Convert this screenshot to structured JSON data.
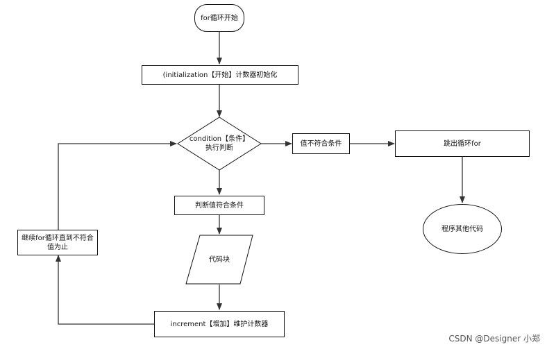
{
  "nodes": {
    "start": "for循环开始",
    "init": "(initialization【开始】计数器初始化",
    "condition_line1": "condition【条件】",
    "condition_line2": "执行判断",
    "not_match": "值不符合条件",
    "exit": "跳出循环for",
    "other_code": "程序其他代码",
    "match": "判断值符合条件",
    "code_block": "代码块",
    "continue_loop": "继续for循环直到不符合值为止",
    "increment": "increment【增加】维护计数器"
  },
  "watermark": "CSDN @Designer 小郑",
  "colors": {
    "line": "#333333",
    "border": "#111111",
    "background": "#ffffff"
  }
}
